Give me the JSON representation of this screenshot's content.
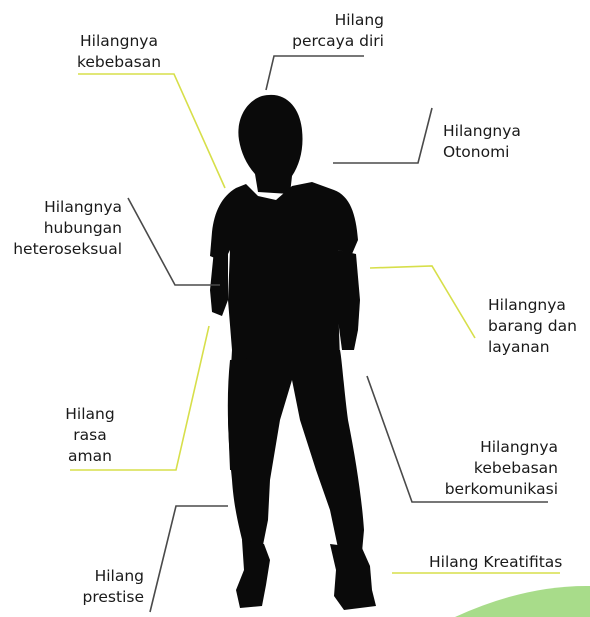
{
  "labels": {
    "hilang_percaya_diri": [
      "Hilang",
      "percaya diri"
    ],
    "hilangnya_kebebasan": [
      "Hilangnya",
      "kebebasan"
    ],
    "hilangnya_otonomi": [
      "Hilangnya",
      "Otonomi"
    ],
    "hilangnya_hubungan": [
      "Hilangnya",
      "hubungan",
      "heteroseksual"
    ],
    "hilangnya_barang": [
      "Hilangnya",
      "barang dan",
      "layanan"
    ],
    "hilang_rasa_aman": [
      "Hilang",
      "rasa",
      "aman"
    ],
    "hilangnya_kebebasan_berkomunikasi": [
      "Hilangnya",
      "kebebasan",
      "berkomunikasi"
    ],
    "hilang_kreatifitas": [
      "Hilang Kreatifitas"
    ],
    "hilang_prestise": [
      "Hilang",
      "prestise"
    ]
  },
  "colors": {
    "accent_yellow": "#d7df4a",
    "line_dark": "#4a4a4a",
    "silhouette": "#0a0a0a",
    "corner_green": "#a8dc8a"
  }
}
